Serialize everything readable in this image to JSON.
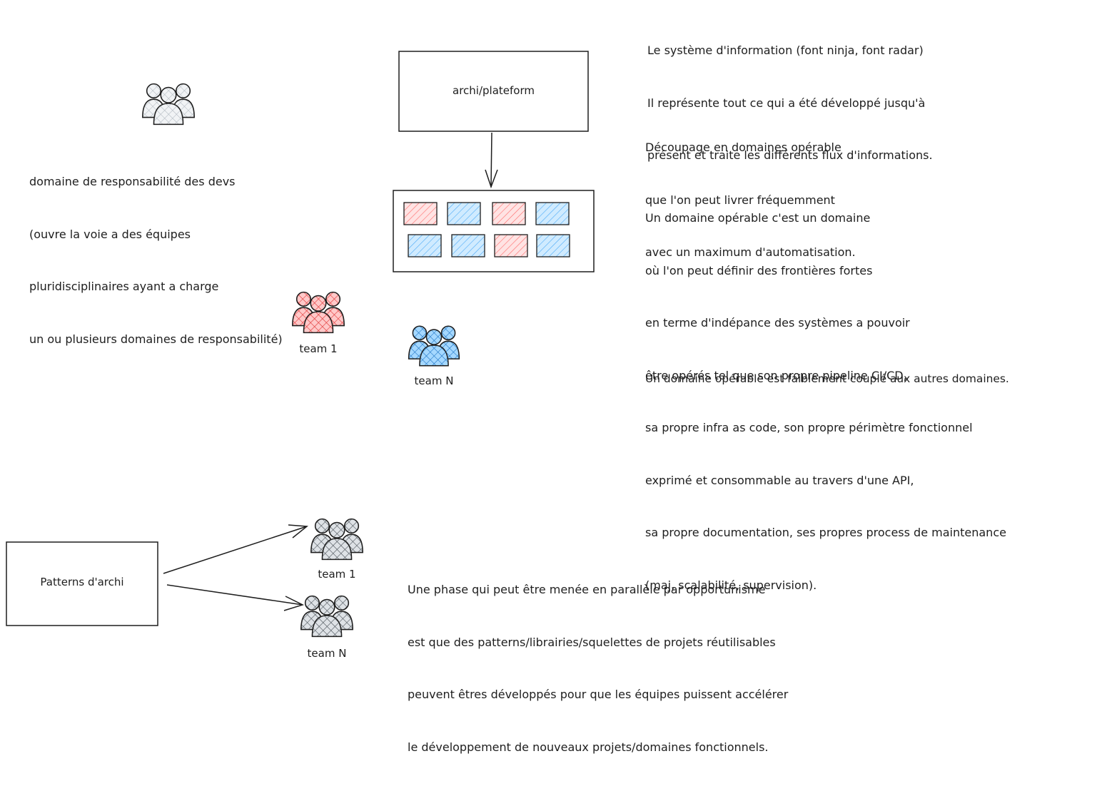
{
  "colors": {
    "stroke": "#1e1e1e",
    "red": "#ff8787",
    "blue": "#4dabf7",
    "gray": "#868e96"
  },
  "top_note": {
    "lines": [
      "Le système d'information (font ninja, font radar)",
      "Il représente tout ce qui a été développé jusqu'à",
      "présent et traite les différents flux d'informations."
    ]
  },
  "platform_box": {
    "label": "archi/plateform"
  },
  "devs": {
    "icon": "people-group-icon",
    "lines": [
      "domaine de responsabilité des devs",
      "(ouvre la voie a des équipes",
      "pluridisciplinaires ayant a charge",
      "un ou plusieurs domaines de responsabilité)"
    ]
  },
  "domains": {
    "colors": [
      "red",
      "blue",
      "red",
      "blue",
      "blue",
      "blue",
      "red",
      "blue"
    ]
  },
  "domain_notes": {
    "block1": [
      "Découpage en domaines opérable",
      "que l'on peut livrer fréquemment",
      "avec un maximum d'automatisation."
    ],
    "block2": [
      "Un domaine opérable c'est un domaine",
      "où l'on peut définir des frontières fortes",
      "en terme d'indépance des systèmes a pouvoir",
      "être opérés tel que son propre pipeline CI/CD,",
      "sa propre infra as code, son propre périmètre fonctionnel",
      "exprimé et consommable au travers d'une API,",
      "sa propre documentation, ses propres process de maintenance",
      "(maj, scalabilité, supervision)."
    ],
    "block3": [
      "Un domaine opérable est faiblement couplé aux autres domaines."
    ]
  },
  "teams_top": {
    "team1_label": "team 1",
    "teamN_label": "team N"
  },
  "patterns_box": {
    "label": "Patterns d'archi"
  },
  "teams_bottom": {
    "team1_label": "team 1",
    "teamN_label": "team N"
  },
  "bottom_note": {
    "lines": [
      "Une phase qui peut être menée en parallèle par opportunisme",
      "est que des patterns/librairies/squelettes de projets réutilisables",
      "peuvent êtres développés pour que les équipes puissent accélérer",
      "le développement de nouveaux projets/domaines fonctionnels."
    ]
  }
}
